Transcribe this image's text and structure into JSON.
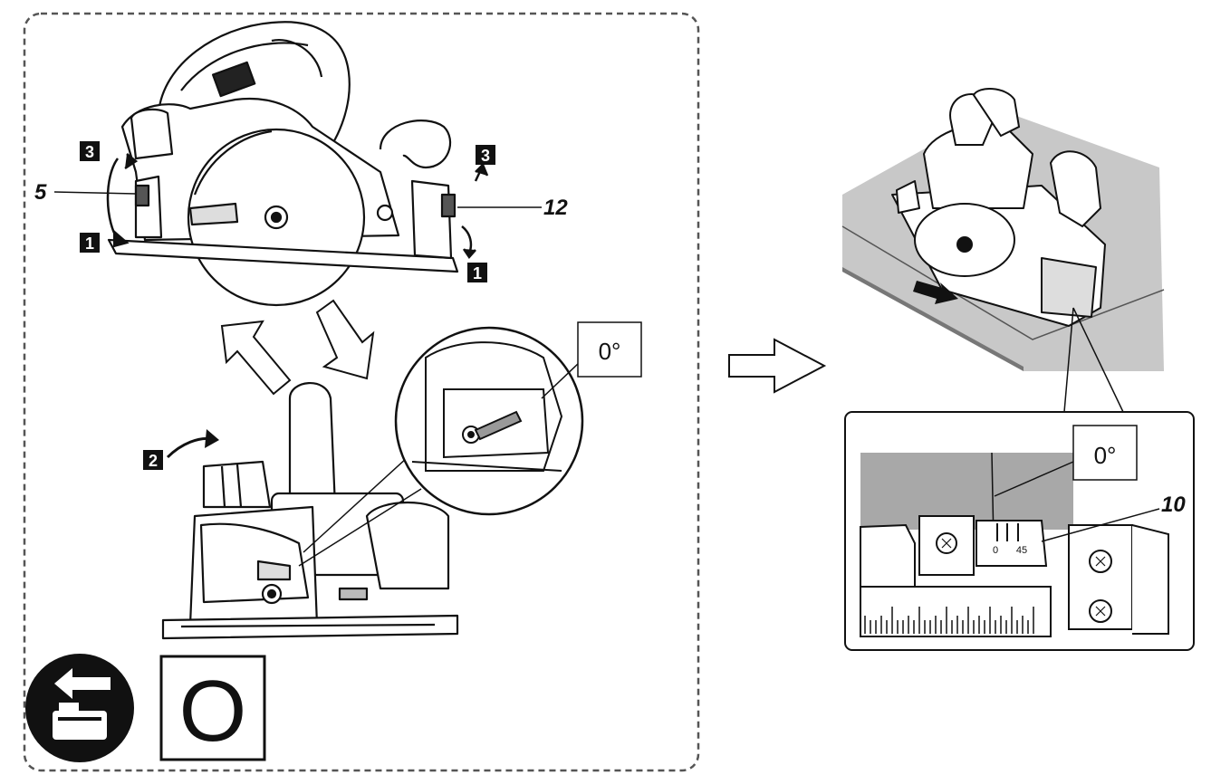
{
  "left_panel": {
    "callouts": {
      "part_5": "5",
      "part_12": "12"
    },
    "steps": {
      "step_3_left": "3",
      "step_1_left": "1",
      "step_3_right": "3",
      "step_1_right": "1",
      "step_2": "2"
    },
    "detail_angle": "0°",
    "power_off_label": "O"
  },
  "right_panel": {
    "detail_angle": "0°",
    "part_10": "10",
    "scale_left": "0",
    "scale_right": "45"
  },
  "icons": [
    "arrow-right-icon",
    "battery-remove-icon",
    "move-direction-arrow-icon",
    "saw-illustration"
  ]
}
